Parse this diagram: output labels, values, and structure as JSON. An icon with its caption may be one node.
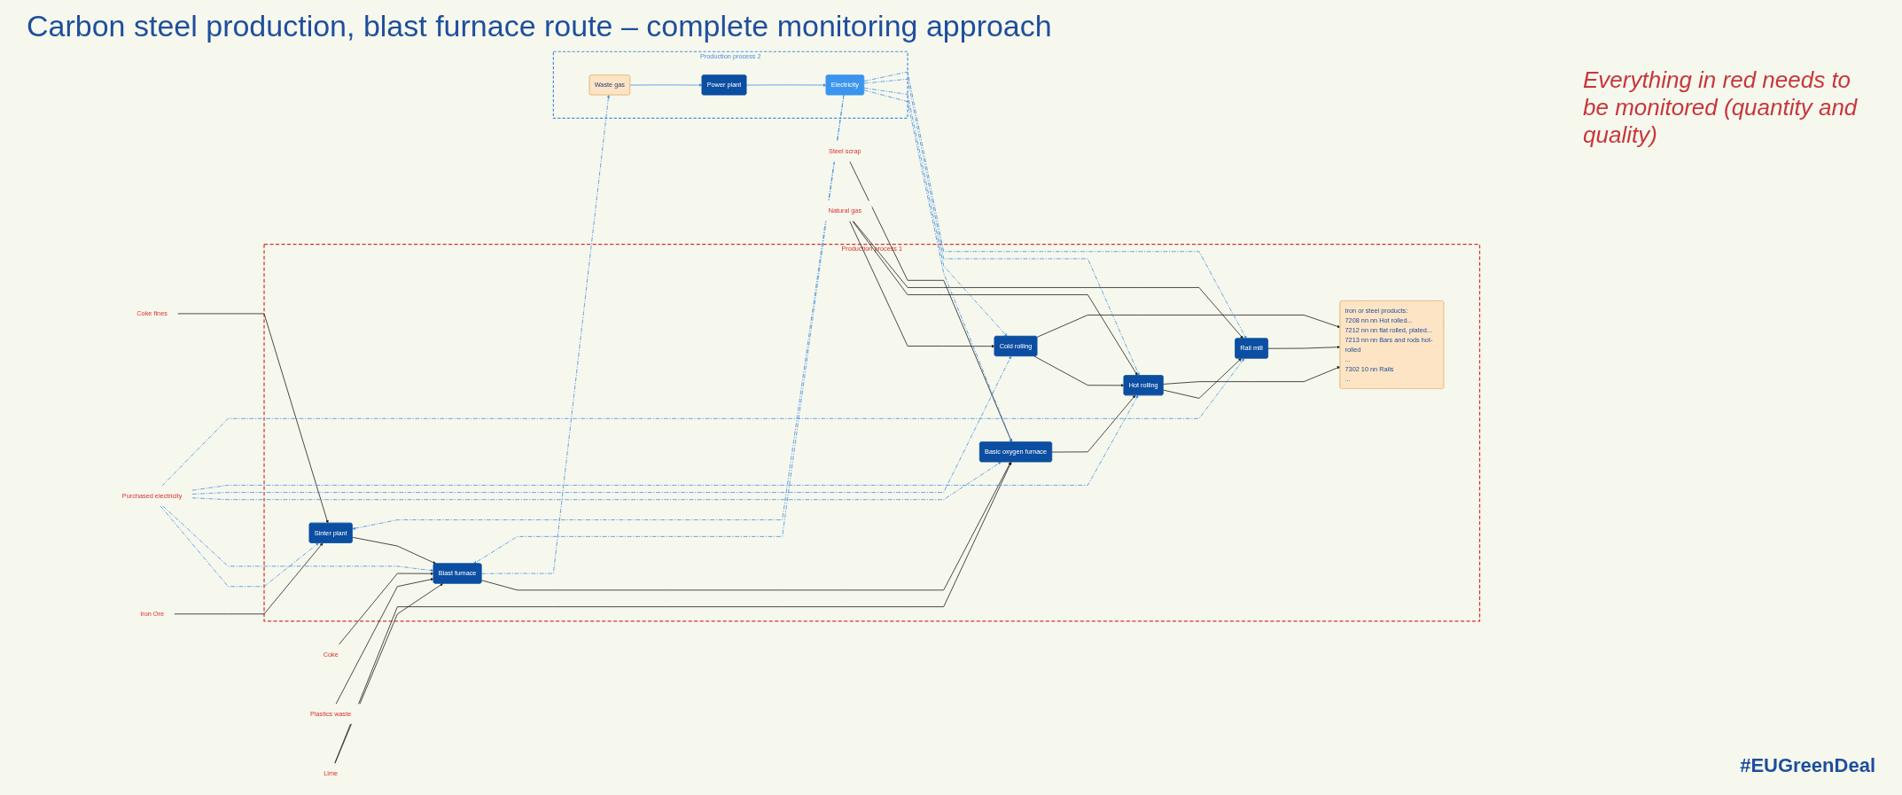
{
  "diagram": {
    "title": "Carbon steel production, blast furnace route – complete monitoring approach",
    "nodes": [
      {
        "text": [
          "Production process 1"
        ]
      },
      {
        "text": [
          "Iron Ore"
        ]
      },
      {
        "text": [
          "Coke fines"
        ]
      },
      {
        "text": [
          "Coke"
        ]
      },
      {
        "text": [
          "Plastics waste"
        ]
      },
      {
        "text": [
          "Steel scrap"
        ]
      },
      {
        "text": [
          "Natural gas"
        ]
      },
      {
        "text": [
          "Lime"
        ]
      },
      {
        "text": [
          "Sinter plant"
        ],
        "in": 0
      },
      {
        "text": [
          "Blast furnace"
        ],
        "in": 0
      },
      {
        "text": [
          "Basic oxygen furnace"
        ],
        "in": 0
      },
      {
        "text": [
          "Cold rolling"
        ],
        "in": 0
      },
      {
        "text": [
          "Hot rolling"
        ],
        "in": 0
      },
      {
        "text": [
          "Rail mill"
        ],
        "in": 0
      },
      {
        "text": [
          "Iron or steel products:",
          "7208 nn nn Hot rolled...",
          "7212 nn nn flat rolled, plated...",
          "7213 nn nn Bars and rods hot-rolled",
          "...",
          "7302 10 nn Rails",
          "..."
        ],
        "in": 0
      },
      {
        "text": [
          "Production process 2"
        ]
      },
      {
        "text": [
          "Waste gas"
        ],
        "in": 15
      },
      {
        "text": [
          "Power plant"
        ],
        "in": 15
      },
      {
        "text": [
          "Electricity"
        ],
        "in": 15
      },
      {
        "text": [
          "Purchased electricity"
        ]
      }
    ],
    "edges": [
      {
        "from": 1,
        "to": 8,
        "arrow": "to"
      },
      {
        "from": 2,
        "to": 8,
        "arrow": "to"
      },
      {
        "from": 8,
        "to": 9,
        "arrow": "to"
      },
      {
        "from": 3,
        "to": 9,
        "arrow": "to"
      },
      {
        "from": 4,
        "to": 9,
        "arrow": "to"
      },
      {
        "from": 7,
        "to": 9,
        "arrow": "to"
      },
      {
        "from": 9,
        "to": 10,
        "arrow": "to"
      },
      {
        "from": 5,
        "to": 10,
        "arrow": "to"
      },
      {
        "from": 7,
        "to": 10,
        "arrow": "to"
      },
      {
        "from": 10,
        "to": 12,
        "arrow": "to"
      },
      {
        "from": 6,
        "to": 11,
        "arrow": "to"
      },
      {
        "from": 6,
        "to": 12,
        "arrow": "to"
      },
      {
        "from": 6,
        "to": 13,
        "arrow": "to"
      },
      {
        "from": 11,
        "to": 12,
        "arrow": "to"
      },
      {
        "from": 12,
        "to": 13,
        "arrow": "to"
      },
      {
        "from": 11,
        "to": 14,
        "arrow": "to"
      },
      {
        "from": 12,
        "to": 14,
        "arrow": "to"
      },
      {
        "from": 13,
        "to": 14,
        "arrow": "to"
      },
      {
        "from": 9,
        "to": 16,
        "arrow": "to",
        "style": "dashed",
        "color": "#4a8fdc"
      },
      {
        "from": 16,
        "to": 17,
        "arrow": "to",
        "color": "#4a8fdc"
      },
      {
        "from": 17,
        "to": 18,
        "arrow": "to",
        "color": "#4a8fdc"
      },
      {
        "from": 18,
        "to": 8,
        "arrow": "to",
        "style": "dashed",
        "color": "#4a8fdc"
      },
      {
        "from": 18,
        "to": 9,
        "arrow": "to",
        "style": "dashed",
        "color": "#4a8fdc"
      },
      {
        "from": 18,
        "to": 10,
        "arrow": "to",
        "style": "dashed",
        "color": "#4a8fdc"
      },
      {
        "from": 18,
        "to": 11,
        "arrow": "to",
        "style": "dashed",
        "color": "#4a8fdc"
      },
      {
        "from": 18,
        "to": 12,
        "arrow": "to",
        "style": "dashed",
        "color": "#4a8fdc"
      },
      {
        "from": 18,
        "to": 13,
        "arrow": "to",
        "style": "dashed",
        "color": "#4a8fdc"
      },
      {
        "from": 19,
        "to": 8,
        "arrow": "to",
        "style": "dashed",
        "color": "#4a8fdc"
      },
      {
        "from": 19,
        "to": 9,
        "arrow": "to",
        "style": "dashed",
        "color": "#4a8fdc"
      },
      {
        "from": 19,
        "to": 10,
        "arrow": "to",
        "style": "dashed",
        "color": "#4a8fdc"
      },
      {
        "from": 19,
        "to": 11,
        "arrow": "to",
        "style": "dashed",
        "color": "#4a8fdc"
      },
      {
        "from": 19,
        "to": 12,
        "arrow": "to",
        "style": "dashed",
        "color": "#4a8fdc"
      },
      {
        "from": 19,
        "to": 13,
        "arrow": "to",
        "style": "dashed",
        "color": "#4a8fdc"
      }
    ],
    "labels": [
      "Everything in red needs to be monitored (quantity and quality)",
      "#EUGreenDeal"
    ]
  }
}
